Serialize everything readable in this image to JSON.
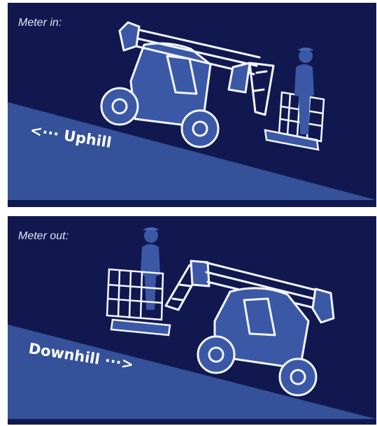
{
  "colors": {
    "background": "#111850",
    "ramp": "#34519a",
    "machine_fill": "#3a58a6",
    "outline": "#f2f5ff",
    "text": "#ffffff"
  },
  "panels": [
    {
      "caption": "Meter in:",
      "direction_label": "<··· Uphill",
      "icons": [
        "boom-lift-icon",
        "operator-icon",
        "ramp"
      ]
    },
    {
      "caption": "Meter out:",
      "direction_label": "Downhill ···>",
      "icons": [
        "boom-lift-icon",
        "operator-icon",
        "ramp"
      ]
    }
  ]
}
